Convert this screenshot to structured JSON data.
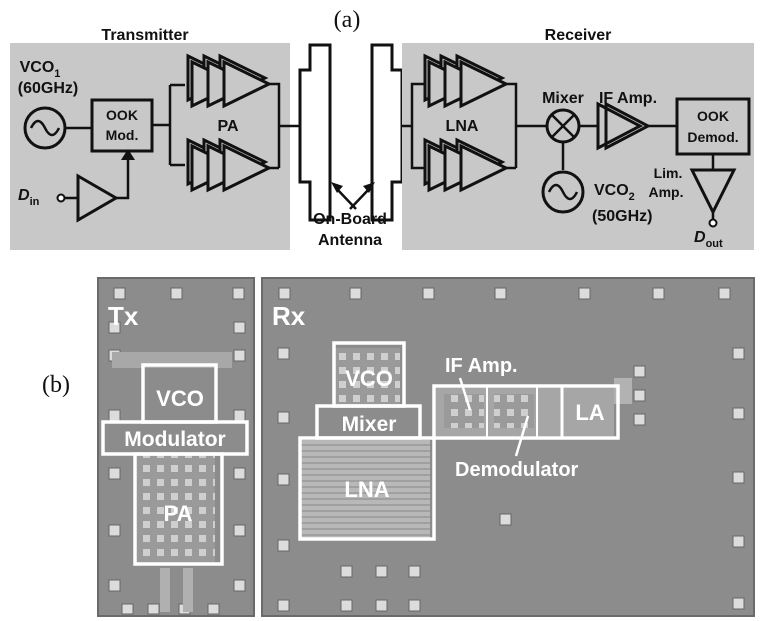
{
  "panel_a": {
    "label": "(a)",
    "transmitter": {
      "title": "Transmitter",
      "vco": {
        "name": "VCO",
        "subscript": "1",
        "freq": "(60GHz)"
      },
      "ook_mod": {
        "line1": "OOK",
        "line2": "Mod."
      },
      "pa": "PA",
      "din": {
        "name": "D",
        "subscript": "in"
      }
    },
    "antenna": {
      "line1": "On-Board",
      "line2": "Antenna"
    },
    "receiver": {
      "title": "Receiver",
      "lna": "LNA",
      "mixer": "Mixer",
      "if_amp": "IF Amp.",
      "ook_demod": {
        "line1": "OOK",
        "line2": "Demod."
      },
      "lim_amp": {
        "line1": "Lim.",
        "line2": "Amp."
      },
      "vco": {
        "name": "VCO",
        "subscript": "2",
        "freq": "(50GHz)"
      },
      "dout": {
        "name": "D",
        "subscript": "out"
      }
    }
  },
  "panel_b": {
    "label": "(b)",
    "tx": {
      "title": "Tx",
      "blocks": [
        "VCO",
        "Modulator",
        "PA"
      ]
    },
    "rx": {
      "title": "Rx",
      "blocks": [
        "VCO",
        "Mixer",
        "LNA",
        "LA"
      ],
      "callouts": [
        "IF Amp.",
        "Demodulator"
      ]
    }
  },
  "colors": {
    "panel_gray": "#c8c8c8",
    "die_gray": "#8c8c8c",
    "pad": "#dcdcdc",
    "ink": "#111111",
    "overlay": "#ffffff"
  }
}
